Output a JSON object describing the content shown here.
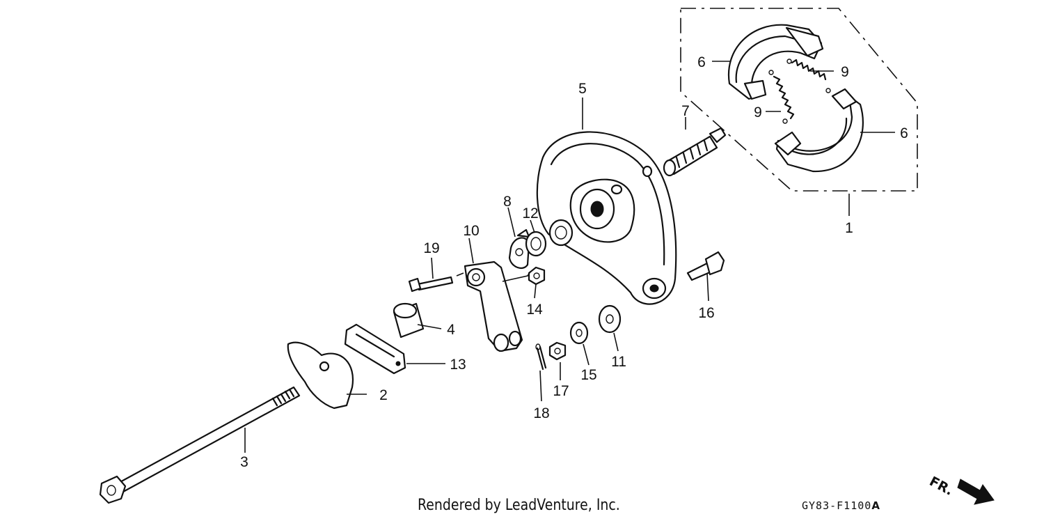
{
  "diagram": {
    "callouts": [
      "1",
      "2",
      "3",
      "4",
      "5",
      "6",
      "6",
      "7",
      "8",
      "9",
      "9",
      "10",
      "11",
      "12",
      "13",
      "14",
      "15",
      "16",
      "17",
      "18",
      "19"
    ],
    "credit": "Rendered by LeadVenture, Inc.",
    "figure_code": "GY83-F1100",
    "figure_code_suffix": "A",
    "direction_label": "FR."
  }
}
